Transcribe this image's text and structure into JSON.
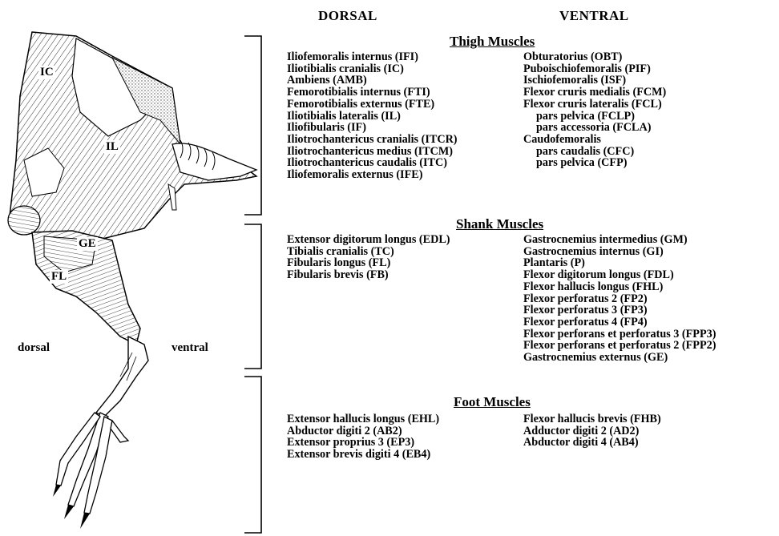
{
  "headers": {
    "dorsal": "DORSAL",
    "ventral": "VENTRAL"
  },
  "figure_labels": {
    "ic": "IC",
    "il": "IL",
    "ge": "GE",
    "fl": "FL",
    "dorsal": "dorsal",
    "ventral": "ventral"
  },
  "thigh": {
    "title": "Thigh Muscles",
    "dorsal": [
      "Iliofemoralis internus (IFI)",
      "Iliotibialis cranialis (IC)",
      "Ambiens (AMB)",
      "Femorotibialis internus (FTI)",
      "Femorotibialis externus (FTE)",
      "Iliotibialis lateralis (IL)",
      "Iliofibularis (IF)",
      "Iliotrochantericus cranialis (ITCR)",
      "Iliotrochantericus medius (ITCM)",
      "Iliotrochantericus caudalis (ITC)",
      "Iliofemoralis externus (IFE)"
    ],
    "ventral": [
      "Obturatorius (OBT)",
      "Puboischiofemoralis (PIF)",
      "Ischiofemoralis (ISF)",
      "Flexor cruris medialis (FCM)",
      "Flexor cruris lateralis (FCL)",
      "pars pelvica (FCLP)",
      "pars accessoria (FCLA)",
      "Caudofemoralis",
      "pars caudalis (CFC)",
      "pars pelvica (CFP)"
    ]
  },
  "shank": {
    "title": "Shank Muscles",
    "dorsal": [
      "Extensor digitorum longus (EDL)",
      "Tibialis cranialis (TC)",
      "Fibularis longus (FL)",
      "Fibularis brevis (FB)"
    ],
    "ventral": [
      "Gastrocnemius intermedius (GM)",
      "Gastrocnemius internus (GI)",
      "Plantaris (P)",
      "Flexor digitorum longus (FDL)",
      "Flexor hallucis longus (FHL)",
      "Flexor perforatus 2 (FP2)",
      "Flexor perforatus 3 (FP3)",
      "Flexor perforatus 4 (FP4)",
      "Flexor perforans et perforatus 3 (FPP3)",
      "Flexor perforans et perforatus 2 (FPP2)",
      "Gastrocnemius externus (GE)"
    ]
  },
  "foot": {
    "title": "Foot Muscles",
    "dorsal": [
      "Extensor hallucis longus (EHL)",
      "Abductor digiti 2 (AB2)",
      "Extensor proprius 3 (EP3)",
      "Extensor brevis digiti 4 (EB4)"
    ],
    "ventral": [
      "Flexor hallucis brevis (FHB)",
      "Adductor digiti 2 (AD2)",
      "Abductor digiti 4 (AB4)"
    ]
  }
}
